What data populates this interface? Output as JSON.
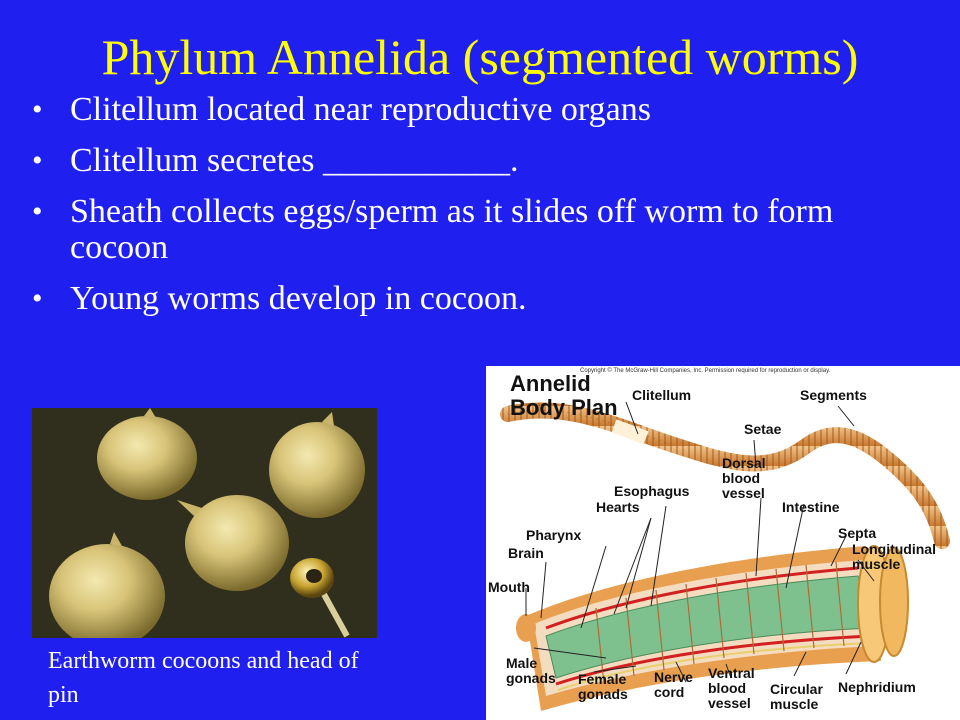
{
  "slide": {
    "title": "Phylum Annelida (segmented worms)",
    "bullets": [
      "Clitellum located near reproductive organs",
      "Clitellum secretes ___________.",
      "Sheath collects eggs/sperm as it slides off worm to form cocoon",
      "Young worms develop in cocoon."
    ],
    "bullet_glyph": "•"
  },
  "photo": {
    "caption": "Earthworm cocoons and head of pin"
  },
  "diagram": {
    "copyright": "Copyright © The McGraw-Hill Companies, Inc. Permission required for reproduction or display.",
    "title_line1": "Annelid",
    "title_line2": "Body Plan",
    "labels": {
      "clitellum": "Clitellum",
      "segments": "Segments",
      "setae": "Setae",
      "dorsal_blood_vessel": "Dorsal blood vessel",
      "esophagus": "Esophagus",
      "hearts": "Hearts",
      "intestine": "Intestine",
      "pharynx": "Pharynx",
      "septa": "Septa",
      "brain": "Brain",
      "longitudinal_muscle": "Longitudinal muscle",
      "mouth": "Mouth",
      "male_gonads": "Male gonads",
      "female_gonads": "Female gonads",
      "nerve_cord": "Nerve cord",
      "ventral_blood_vessel": "Ventral blood vessel",
      "circular_muscle": "Circular muscle",
      "nephridium": "Nephridium"
    }
  },
  "colors": {
    "background": "#1f1ff0",
    "title": "#ffff00",
    "text": "#ffffff",
    "worm": "#e8a050",
    "intestine": "#8fcf9f",
    "blood_vessel": "#d22020"
  }
}
